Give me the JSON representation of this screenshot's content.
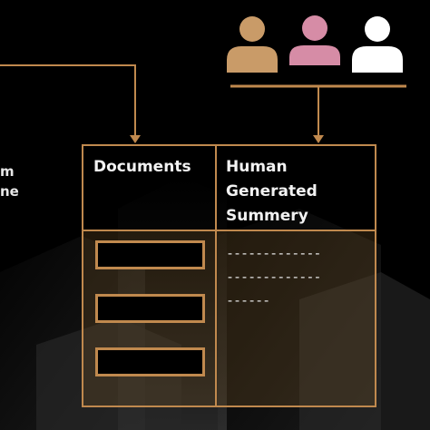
{
  "colors": {
    "accent": "#c0894e",
    "person1": "#c99b68",
    "person2": "#d68ca6",
    "person3": "#ffffff"
  },
  "left_text_fragments": [
    "m",
    "ne"
  ],
  "table": {
    "header_documents": "Documents",
    "header_summary_lines": [
      "Human",
      "Generated",
      "Summery"
    ],
    "summary_lines": [
      "-------------",
      "-------------",
      "------"
    ]
  },
  "icons": [
    "person-icon",
    "person-icon",
    "person-icon"
  ]
}
